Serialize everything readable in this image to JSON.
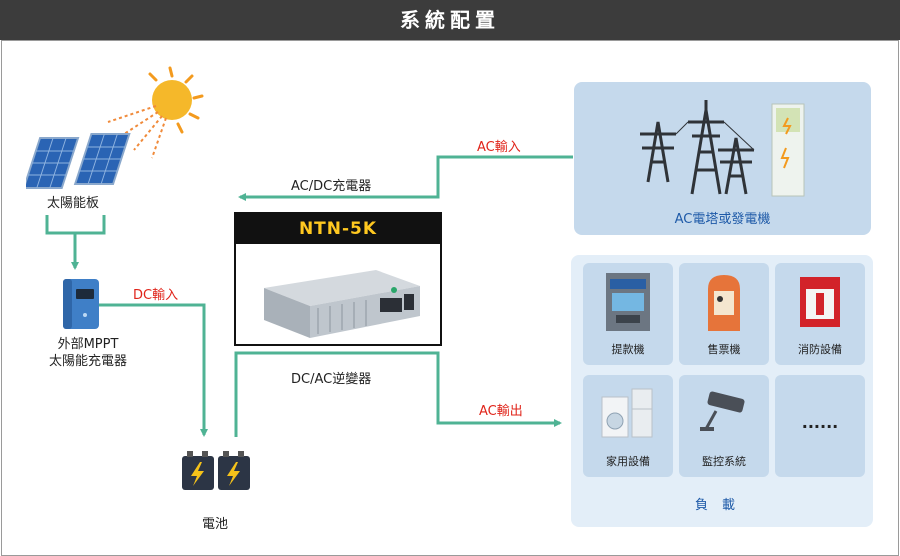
{
  "header": {
    "title": "系統配置"
  },
  "solar": {
    "label": "太陽能板"
  },
  "mppt": {
    "label_line1": "外部MPPT",
    "label_line2": "太陽能充電器"
  },
  "battery": {
    "label": "電池"
  },
  "flows": {
    "dc_input": "DC輸入",
    "ac_input": "AC輸入",
    "ac_output": "AC輸出",
    "charger": "AC/DC充電器",
    "inverter": "DC/AC逆變器"
  },
  "product": {
    "model": "NTN-5K"
  },
  "ac_source": {
    "label": "AC電塔或發電機"
  },
  "loads": {
    "title": "負載",
    "items": [
      {
        "label": "提款機",
        "icon": "atm-icon"
      },
      {
        "label": "售票機",
        "icon": "ticket-machine-icon"
      },
      {
        "label": "消防設備",
        "icon": "fire-equipment-icon"
      },
      {
        "label": "家用設備",
        "icon": "home-appliance-icon"
      },
      {
        "label": "監控系統",
        "icon": "surveillance-camera-icon"
      },
      {
        "label": "......",
        "icon": "ellipsis-icon"
      }
    ]
  },
  "colors": {
    "arrow": "#4fb394",
    "accent_red": "#e0241a",
    "header_bg": "#3c3c3c",
    "panel_blue": "#c5d9ec",
    "label_blue": "#1e5aa8",
    "product_text": "#ffc820"
  }
}
